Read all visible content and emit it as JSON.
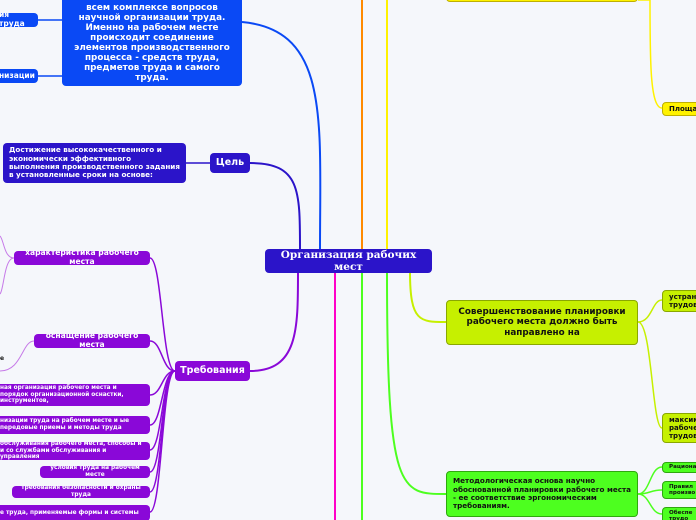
{
  "root": {
    "label": "Организация рабочих мест"
  },
  "top_description": "имеет важнейшее значение во всем комплексе вопросов научной организации труда. Именно на рабочем месте происходит соединение элементов производственного процесса - средств труда, предметов труда и самого труда.",
  "left_top_partial_1": "ия труда",
  "left_top_partial_2": "низации",
  "goal": {
    "label": "Цель",
    "description": "Достижение высококачественного и экономически эффективного выполнения производственного задания в установленные сроки на основе:"
  },
  "requirements": {
    "label": "Требования",
    "items": [
      {
        "label": "характеристика рабочего места"
      },
      {
        "label": "оснащение рабочего места"
      },
      {
        "label": "ная организация рабочего места и порядок организационной оснастки, инструментов,"
      },
      {
        "label": "низации труда на рабочем месте и ые передовые приемы и методы труда"
      },
      {
        "label": "обслуживания рабочего места, способы и и со службами обслуживания и управления"
      },
      {
        "label": "условия труда на рабочем месте"
      },
      {
        "label": "требования безопасности и охраны труда"
      },
      {
        "label": "е труда, применяемые формы и системы"
      }
    ],
    "partial_e": "е"
  },
  "planning": {
    "label": "Совершенствование планировки рабочего места должно быть направлено на",
    "children": [
      {
        "label": "устране трудовы"
      },
      {
        "label": "максим рабочег трудово"
      }
    ]
  },
  "method": {
    "label": "Методологическая основа научно обоснованной планировки рабочего места - ее соответствие эргономическим требованиям.",
    "children": [
      {
        "label": "Рациона"
      },
      {
        "label": "Правил произво"
      },
      {
        "label": "Обеспе трудо"
      }
    ]
  },
  "area": {
    "label": "Площад"
  },
  "colors": {
    "blue": "#0a49f5",
    "navy": "#2b14c9",
    "purple": "#8a08d8",
    "yellow": "#fff200",
    "green": "#4dff1f",
    "orange": "#ff8a00",
    "pink": "#ff00c8"
  }
}
